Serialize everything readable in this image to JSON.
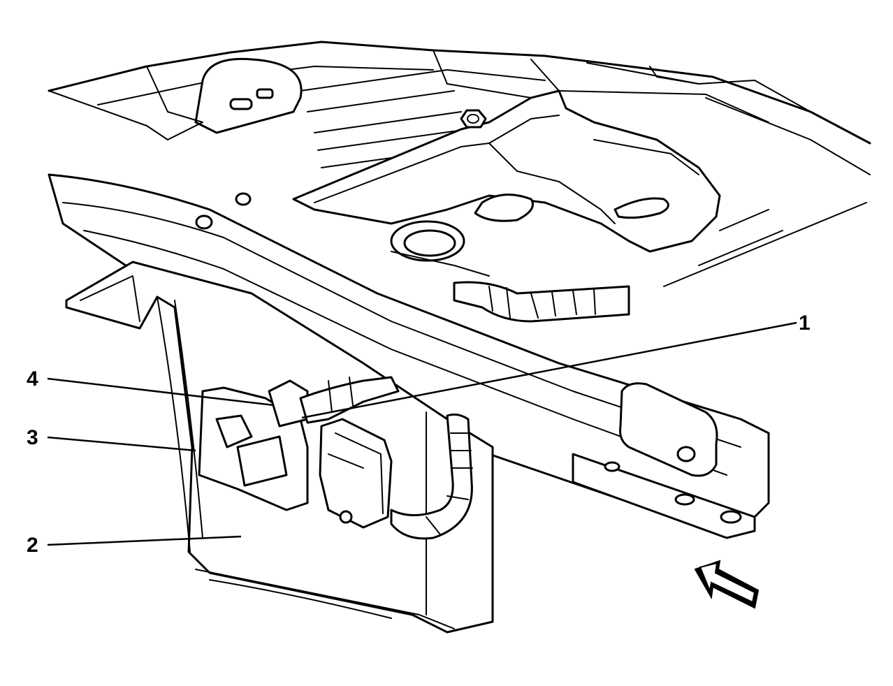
{
  "callouts": [
    {
      "id": "1",
      "text": "1"
    },
    {
      "id": "2",
      "text": "2"
    },
    {
      "id": "3",
      "text": "3"
    },
    {
      "id": "4",
      "text": "4"
    }
  ],
  "icons": {
    "view_arrow": "view-direction-arrow-icon"
  },
  "colors": {
    "line": "#000000",
    "background": "#ffffff"
  }
}
